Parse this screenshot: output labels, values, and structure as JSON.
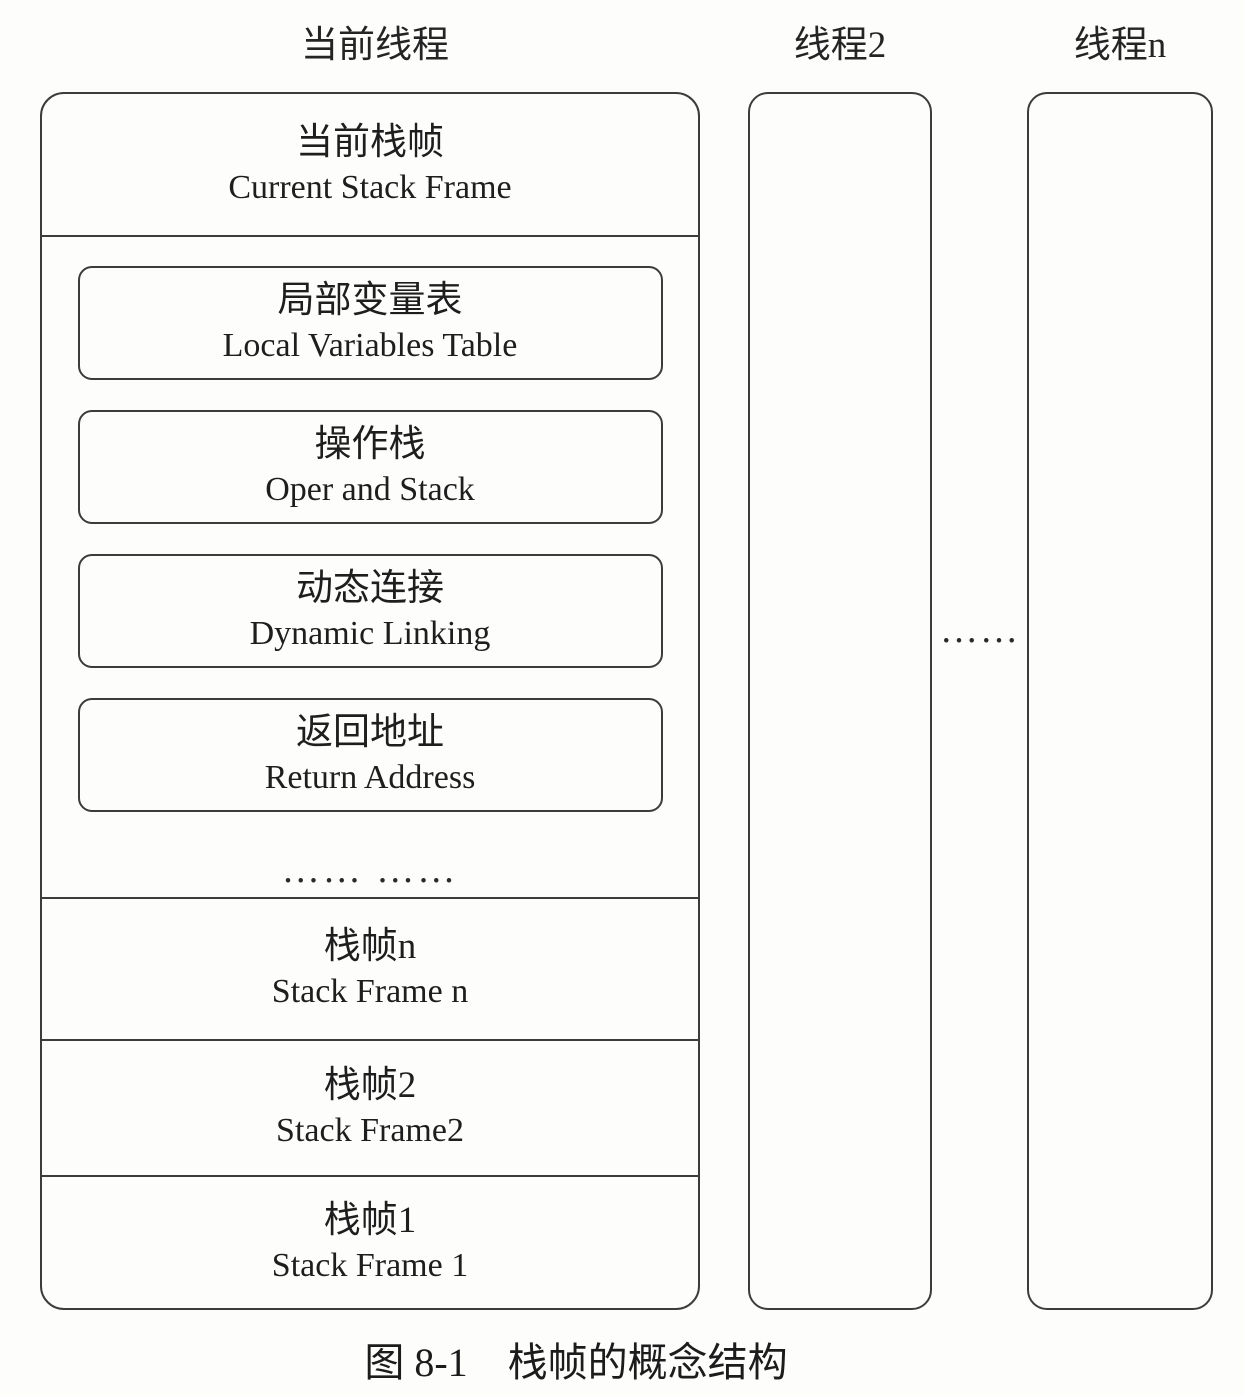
{
  "page": {
    "background": "#fdfdfc",
    "line_color": "#3c3c3c",
    "text_color": "#1e1e1e"
  },
  "headers": {
    "current_thread": "当前线程",
    "thread2": "线程2",
    "thread_n": "线程n"
  },
  "current_stack": {
    "current_frame": {
      "zh": "当前栈帧",
      "en": "Current Stack Frame"
    },
    "parts": [
      {
        "zh": "局部变量表",
        "en": "Local Variables Table"
      },
      {
        "zh": "操作栈",
        "en": "Oper and Stack"
      },
      {
        "zh": "动态连接",
        "en": "Dynamic Linking"
      },
      {
        "zh": "返回地址",
        "en": "Return Address"
      }
    ],
    "parts_ellipsis": "…… ……",
    "frames": [
      {
        "zh": "栈帧n",
        "en": "Stack Frame n"
      },
      {
        "zh": "栈帧2",
        "en": "Stack Frame2"
      },
      {
        "zh": "栈帧1",
        "en": "Stack Frame 1"
      }
    ]
  },
  "between_threads_ellipsis": "……",
  "caption": "图 8-1　栈帧的概念结构"
}
